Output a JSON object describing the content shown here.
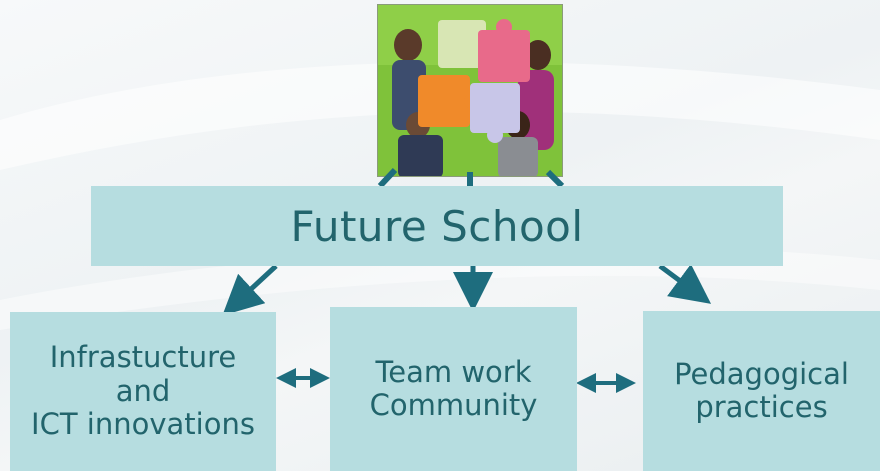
{
  "diagram": {
    "main_node": {
      "label": "Future School"
    },
    "nodes": [
      {
        "id": "infrastructure",
        "lines": [
          "Infrastucture",
          "and",
          "ICT innovations"
        ]
      },
      {
        "id": "teamwork",
        "lines": [
          "Team work",
          "Community"
        ]
      },
      {
        "id": "pedagogy",
        "lines": [
          "Pedagogical",
          "practices"
        ]
      }
    ],
    "image": {
      "icon": "teamwork-puzzle-illustration"
    },
    "colors": {
      "box_fill": "#b6dde0",
      "text": "#22646c",
      "arrow": "#1e6d7e"
    }
  }
}
